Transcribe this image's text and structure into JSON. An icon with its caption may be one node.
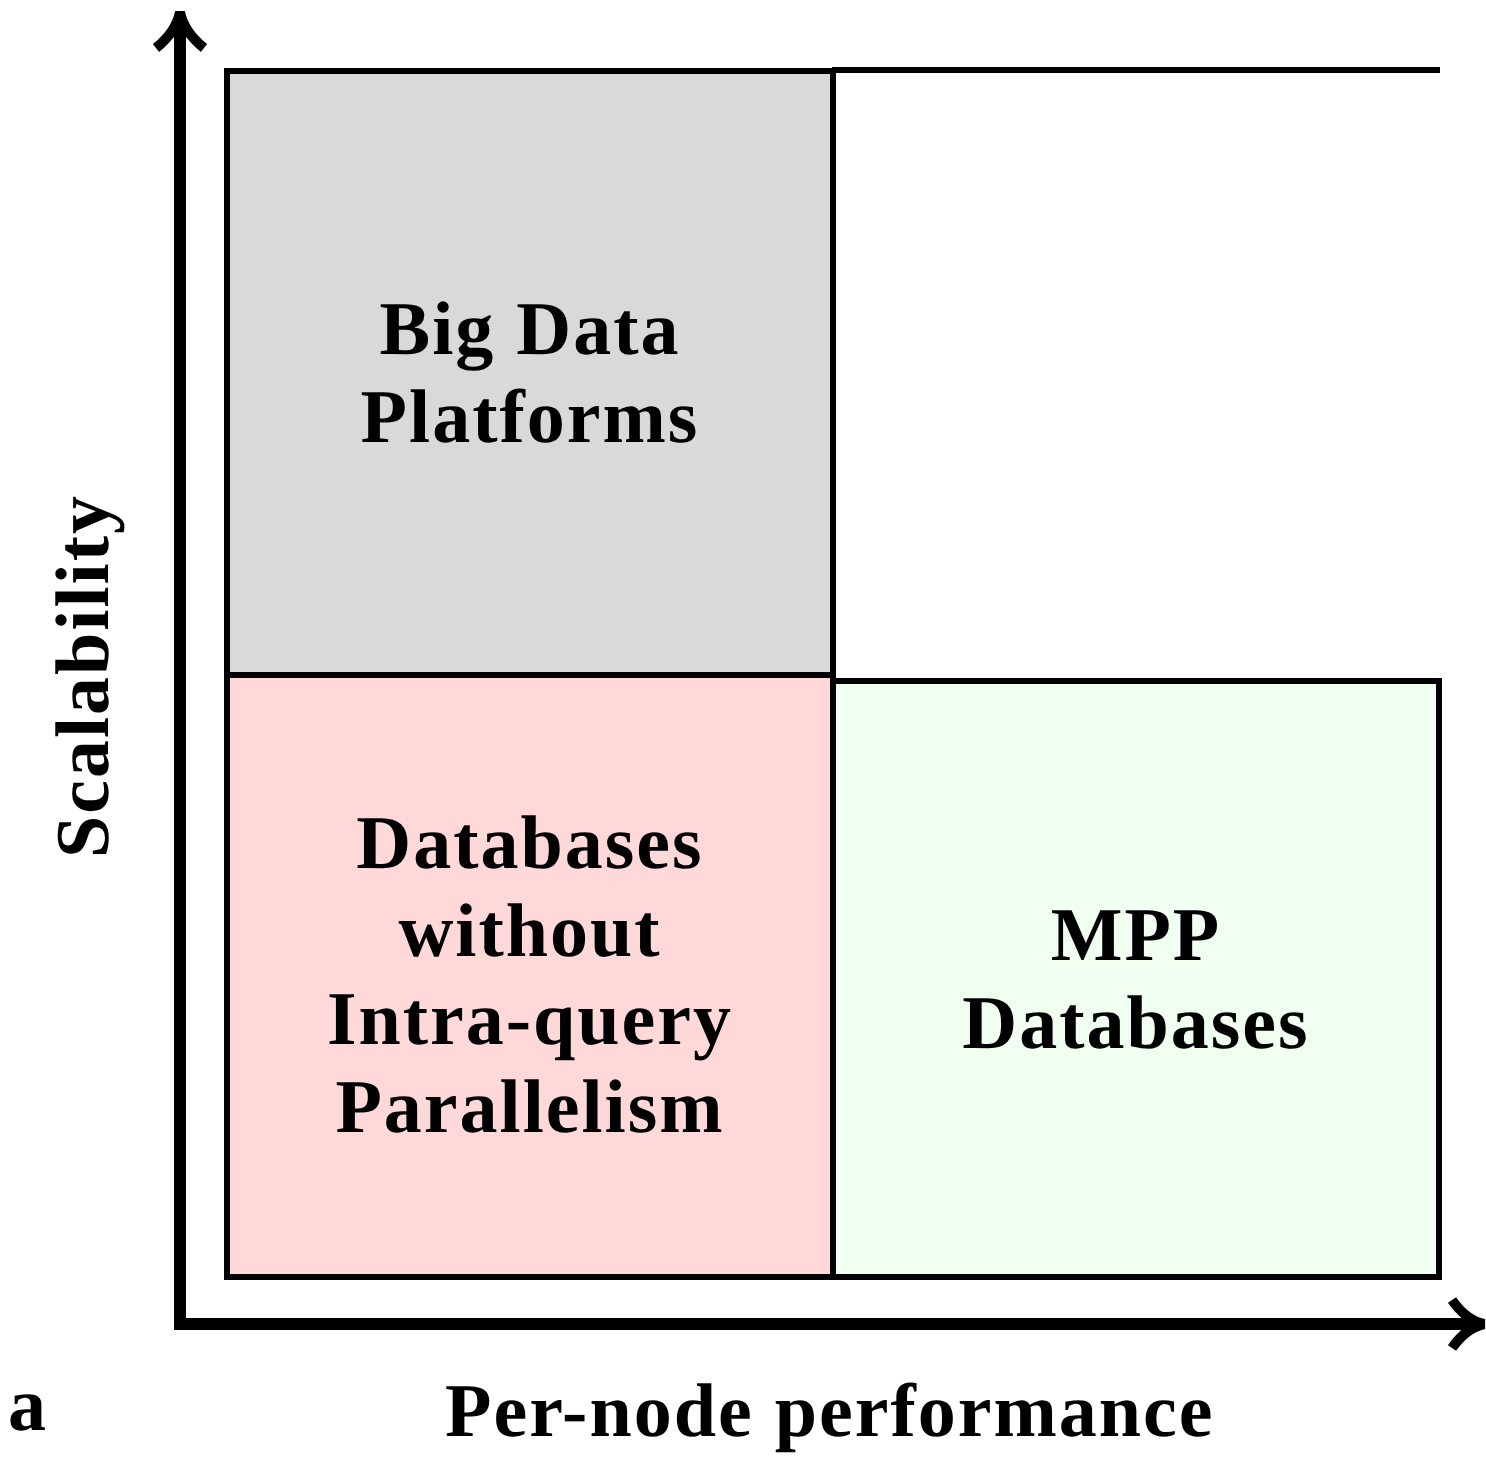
{
  "diagram": {
    "nodes": [
      {
        "text": [
          "Big Data Platforms"
        ]
      },
      {
        "text": [
          "Databases without Intra-query Parallelism"
        ]
      },
      {
        "text": [
          "MPP Databases"
        ]
      }
    ],
    "labels": [
      "Scalability",
      "Per-node performance",
      "a"
    ]
  }
}
